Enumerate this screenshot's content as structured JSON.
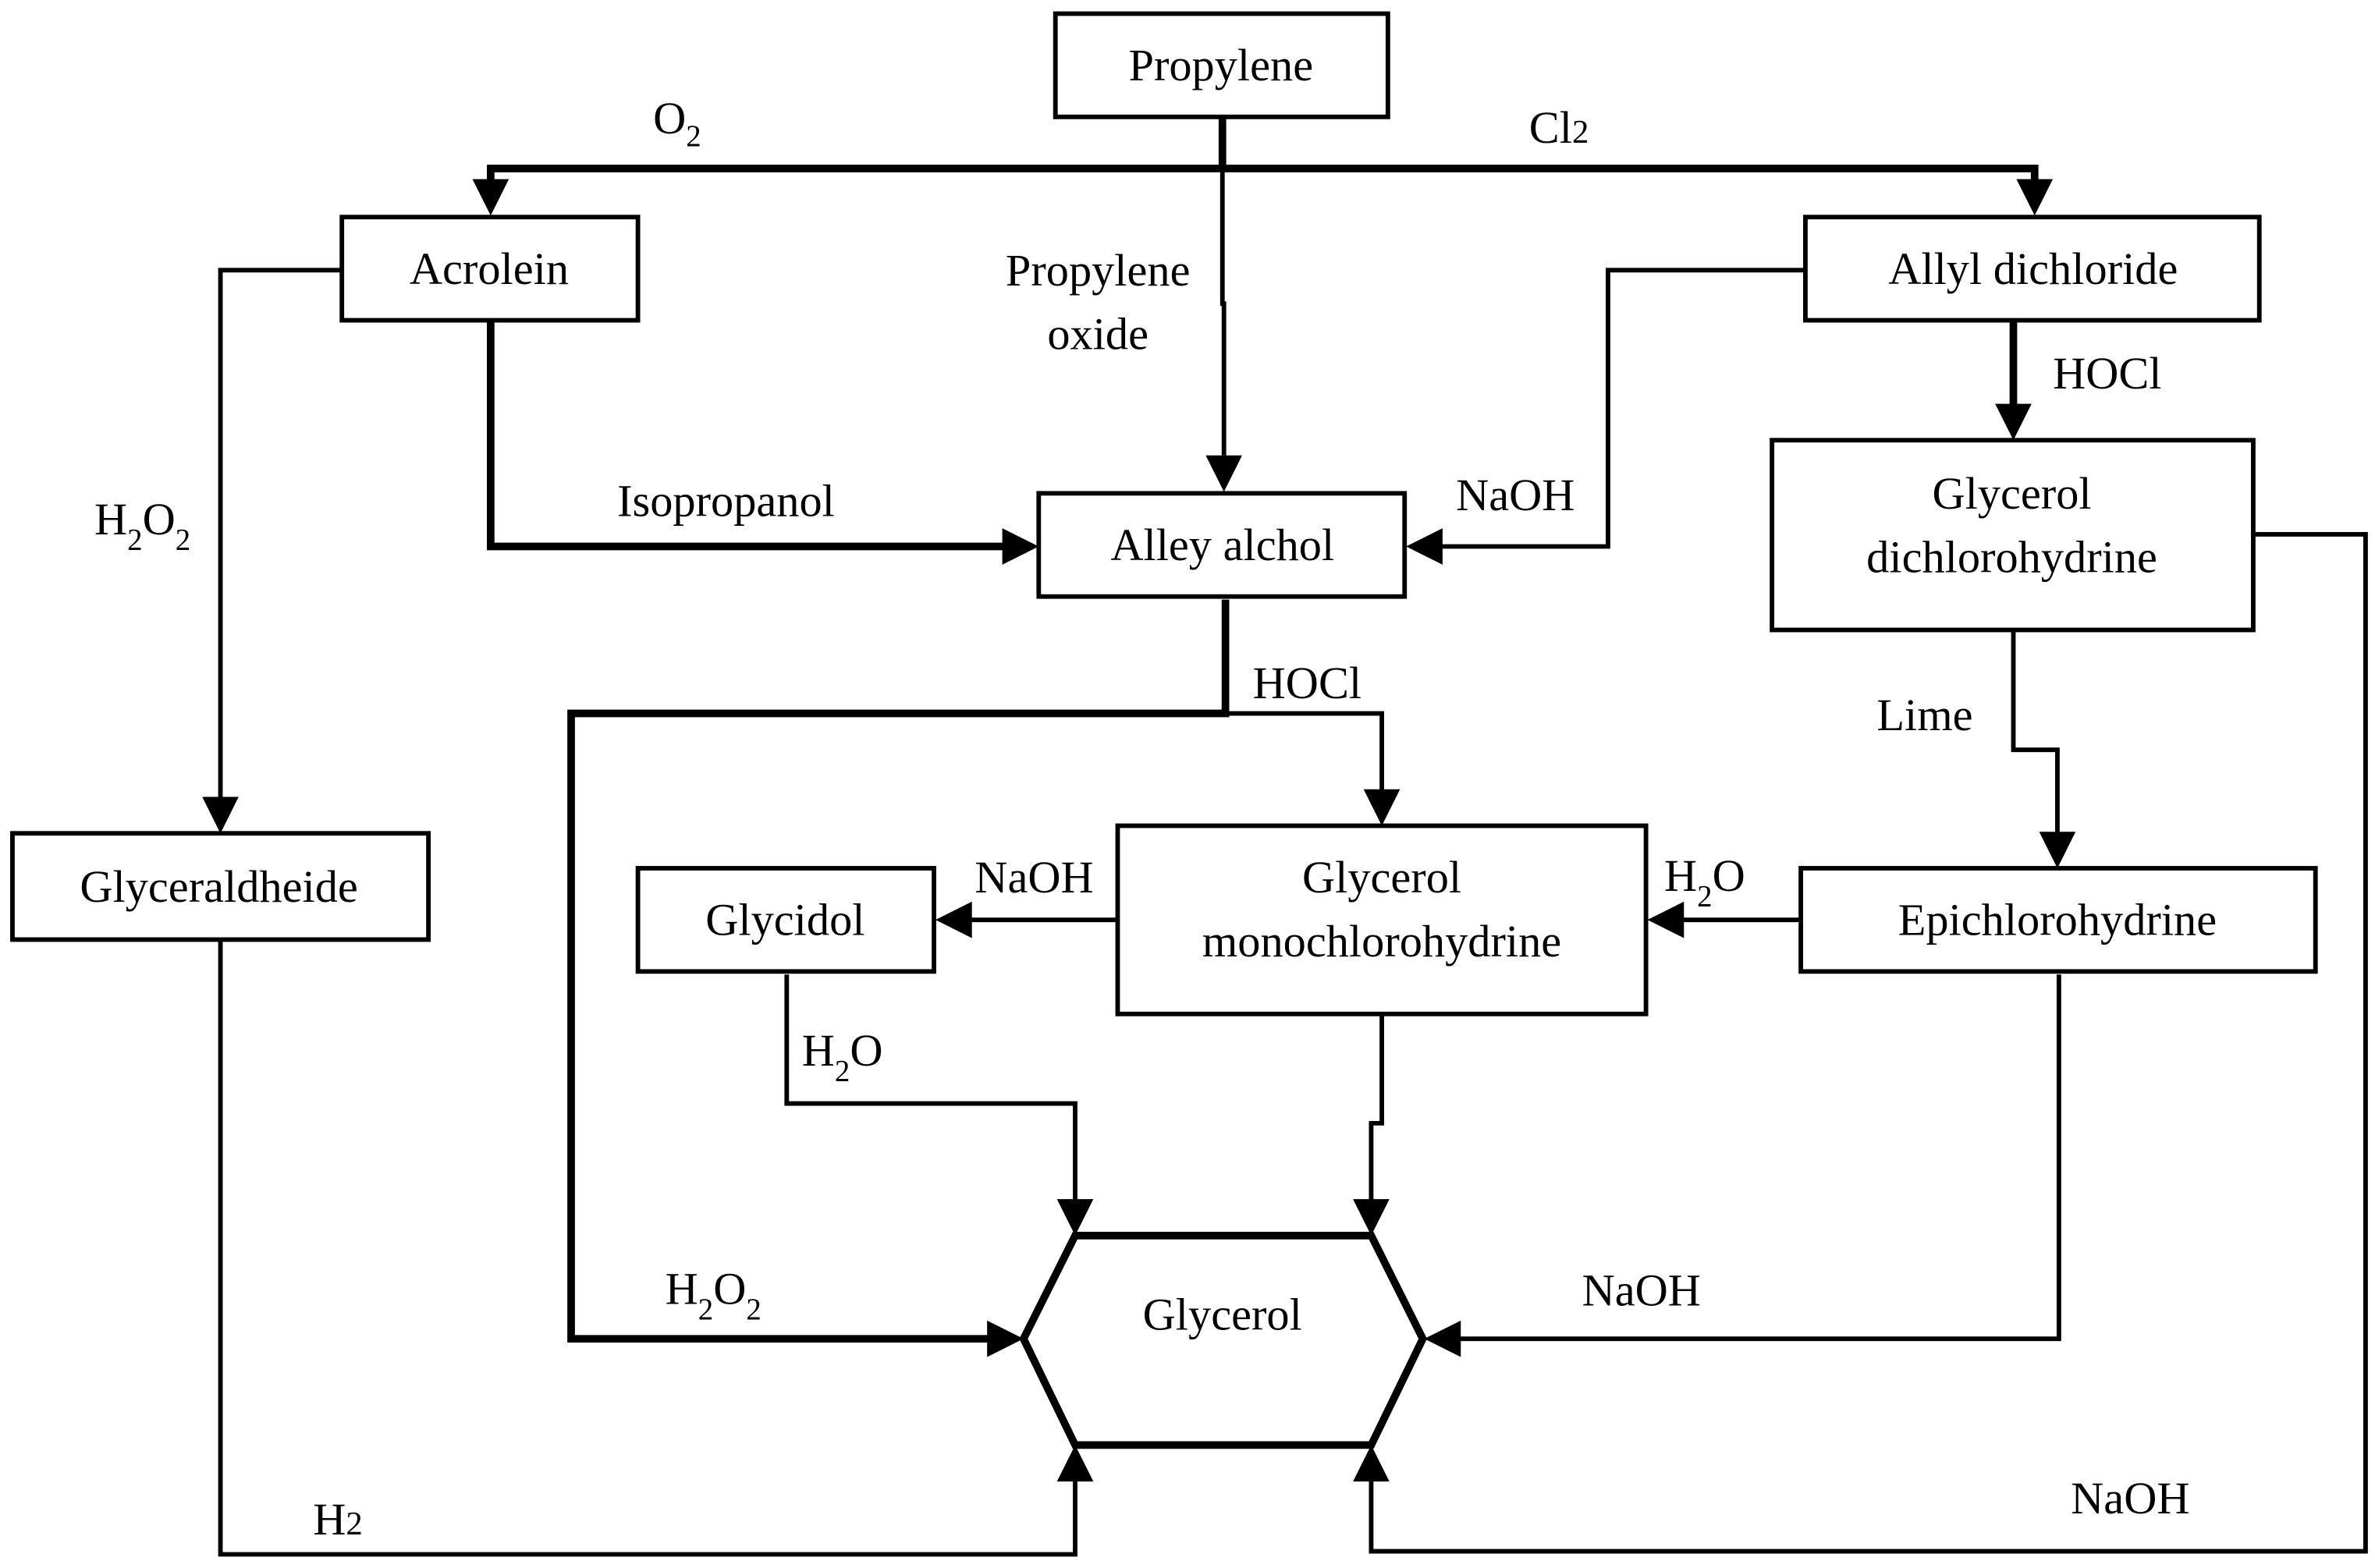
{
  "nodes": {
    "propylene": "Propylene",
    "acrolein": "Acrolein",
    "allyl_dichloride": "Allyl dichloride",
    "alley_alchol": "Alley alchol",
    "glycerol_dichlorohydrine": {
      "line1": "Glycerol",
      "line2": "dichlorohydrine"
    },
    "glyceraldheide": "Glyceraldheide",
    "glycidol": "Glycidol",
    "glycerol_monochlorohydrine": {
      "line1": "Glycerol",
      "line2": "monochlorohydrine"
    },
    "epichlorohydrine": "Epichlorohydrine",
    "glycerol": "Glycerol"
  },
  "edges": {
    "o2": {
      "base": "O",
      "sub": "2"
    },
    "cl2": {
      "base": "Cl",
      "sub": "2"
    },
    "propylene_oxide": {
      "line1": "Propylene",
      "line2": "oxide"
    },
    "isopropanol": "Isopropanol",
    "naoh_allyl": "NaOH",
    "hocl_allyl": "HOCl",
    "h2o2_left": {
      "h": "H",
      "s1": "2",
      "o": "O",
      "s2": "2"
    },
    "hocl_alley": "HOCl",
    "lime": "Lime",
    "naoh_glycidol": "NaOH",
    "h2o_epi": {
      "h": "H",
      "s": "2",
      "o": "O"
    },
    "h2o_glycidol": {
      "h": "H",
      "s": "2",
      "o": "O"
    },
    "h2o2_glycerol": {
      "h": "H",
      "s1": "2",
      "o": "O",
      "s2": "2"
    },
    "naoh_epi": "NaOH",
    "h2": {
      "base": "H",
      "sub": "2"
    },
    "naoh_bottom": "NaOH"
  }
}
